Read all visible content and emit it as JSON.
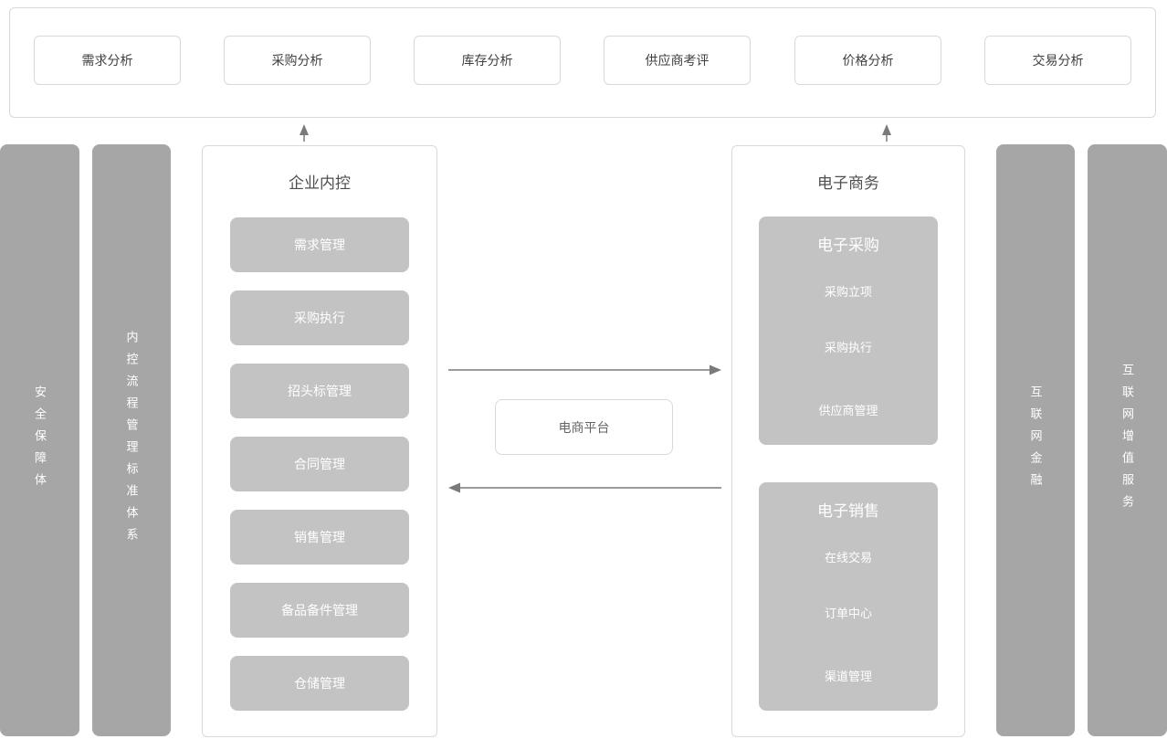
{
  "analysis_panel": {
    "items": [
      {
        "label": "需求分析"
      },
      {
        "label": "采购分析"
      },
      {
        "label": "库存分析"
      },
      {
        "label": "供应商考评"
      },
      {
        "label": "价格分析"
      },
      {
        "label": "交易分析"
      }
    ]
  },
  "pillars": {
    "left": [
      {
        "label": "安全保障体"
      },
      {
        "label": "内控流程管理标准体系"
      }
    ],
    "right": [
      {
        "label": "互联网金融"
      },
      {
        "label": "互联网增值服务"
      }
    ]
  },
  "internal_control": {
    "title": "企业内控",
    "modules": [
      {
        "label": "需求管理"
      },
      {
        "label": "采购执行"
      },
      {
        "label": "招头标管理"
      },
      {
        "label": "合同管理"
      },
      {
        "label": "销售管理"
      },
      {
        "label": "备品备件管理"
      },
      {
        "label": "仓储管理"
      }
    ]
  },
  "platform": {
    "label": "电商平台"
  },
  "ecommerce": {
    "title": "电子商务",
    "groups": [
      {
        "title": "电子采购",
        "items": [
          {
            "label": "采购立项"
          },
          {
            "label": "采购执行"
          },
          {
            "label": "供应商管理"
          }
        ]
      },
      {
        "title": "电子销售",
        "items": [
          {
            "label": "在线交易"
          },
          {
            "label": "订单中心"
          },
          {
            "label": "渠道管理"
          }
        ]
      }
    ]
  },
  "colors": {
    "pillar_gray": "#a6a6a6",
    "module_gray": "#c3c3c3",
    "border_gray": "#d9d9d9",
    "dark_text": "#3f3f3f",
    "title_text": "#4f4f4f",
    "white_text": "#ffffff",
    "arrow_gray": "#7a7a7a"
  }
}
